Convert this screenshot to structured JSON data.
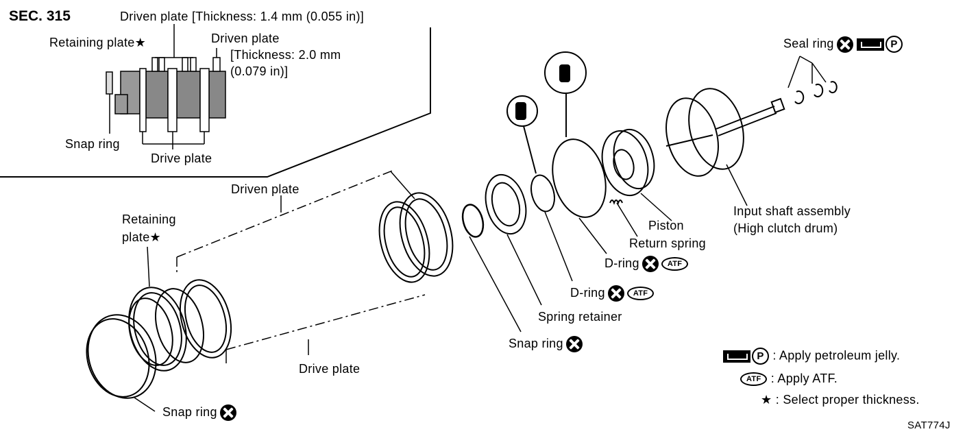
{
  "section_code": "SEC. 315",
  "figure_id": "SAT774J",
  "inset": {
    "driven_plate_thin": "Driven plate [Thickness: 1.4 mm (0.055 in)]",
    "retaining_plate": "Retaining plate",
    "driven_plate_thick_line1": "Driven plate",
    "driven_plate_thick_line2": "[Thickness: 2.0 mm",
    "driven_plate_thick_line3": "(0.079 in)]",
    "snap_ring": "Snap ring",
    "drive_plate": "Drive plate"
  },
  "labels": {
    "seal_ring": "Seal ring",
    "input_shaft_line1": "Input shaft assembly",
    "input_shaft_line2": "(High clutch drum)",
    "piston": "Piston",
    "return_spring": "Return spring",
    "d_ring_outer": "D-ring",
    "d_ring_inner": "D-ring",
    "spring_retainer": "Spring retainer",
    "snap_ring_mid": "Snap ring",
    "driven_plate": "Driven plate",
    "drive_plate": "Drive plate",
    "retaining_plate_line1": "Retaining",
    "retaining_plate_line2": "plate",
    "snap_ring_bottom": "Snap ring"
  },
  "symbols": {
    "atf": "ATF",
    "petroleum": "P",
    "star": "★"
  },
  "legend": {
    "petroleum_text": ": Apply petroleum jelly.",
    "atf_text": ": Apply ATF.",
    "star_text": ": Select proper thickness."
  }
}
